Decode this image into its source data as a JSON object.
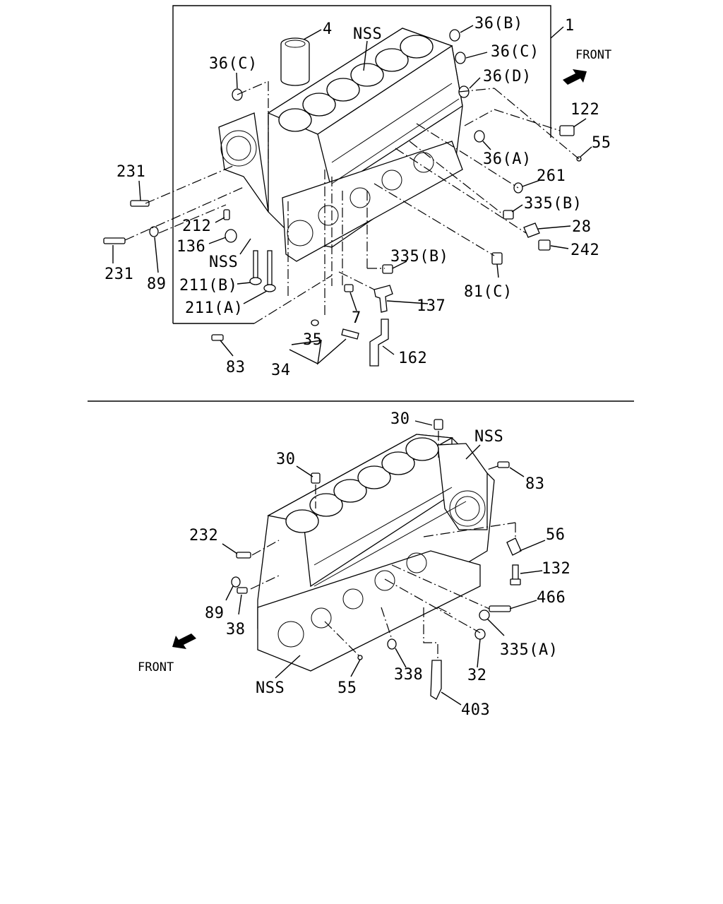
{
  "upper": {
    "labels": {
      "l4": "4",
      "lnss1": "NSS",
      "l36b": "36(B)",
      "l1": "1",
      "l36c_r": "36(C)",
      "lfront": "FRONT",
      "l36c_l": "36(C)",
      "l36d": "36(D)",
      "l122": "122",
      "l55": "55",
      "l36a": "36(A)",
      "l231a": "231",
      "l261": "261",
      "l335b_r": "335(B)",
      "l212": "212",
      "l28": "28",
      "l136": "136",
      "l242": "242",
      "lnss2": "NSS",
      "l231b": "231",
      "l335b_m": "335(B)",
      "l89": "89",
      "l211b": "211(B)",
      "l81c": "81(C)",
      "l211a": "211(A)",
      "l137": "137",
      "l7": "7",
      "l35": "35",
      "l162": "162",
      "l83": "83",
      "l34": "34"
    }
  },
  "lower": {
    "labels": {
      "l30a": "30",
      "lnss1": "NSS",
      "l30b": "30",
      "l83": "83",
      "l232": "232",
      "l56": "56",
      "l132": "132",
      "l466": "466",
      "l89": "89",
      "l38": "38",
      "l335a": "335(A)",
      "lfront": "FRONT",
      "lnss2": "NSS",
      "l55": "55",
      "l338": "338",
      "l32": "32",
      "l403": "403"
    }
  },
  "icons": [
    "front-arrow-icon"
  ]
}
